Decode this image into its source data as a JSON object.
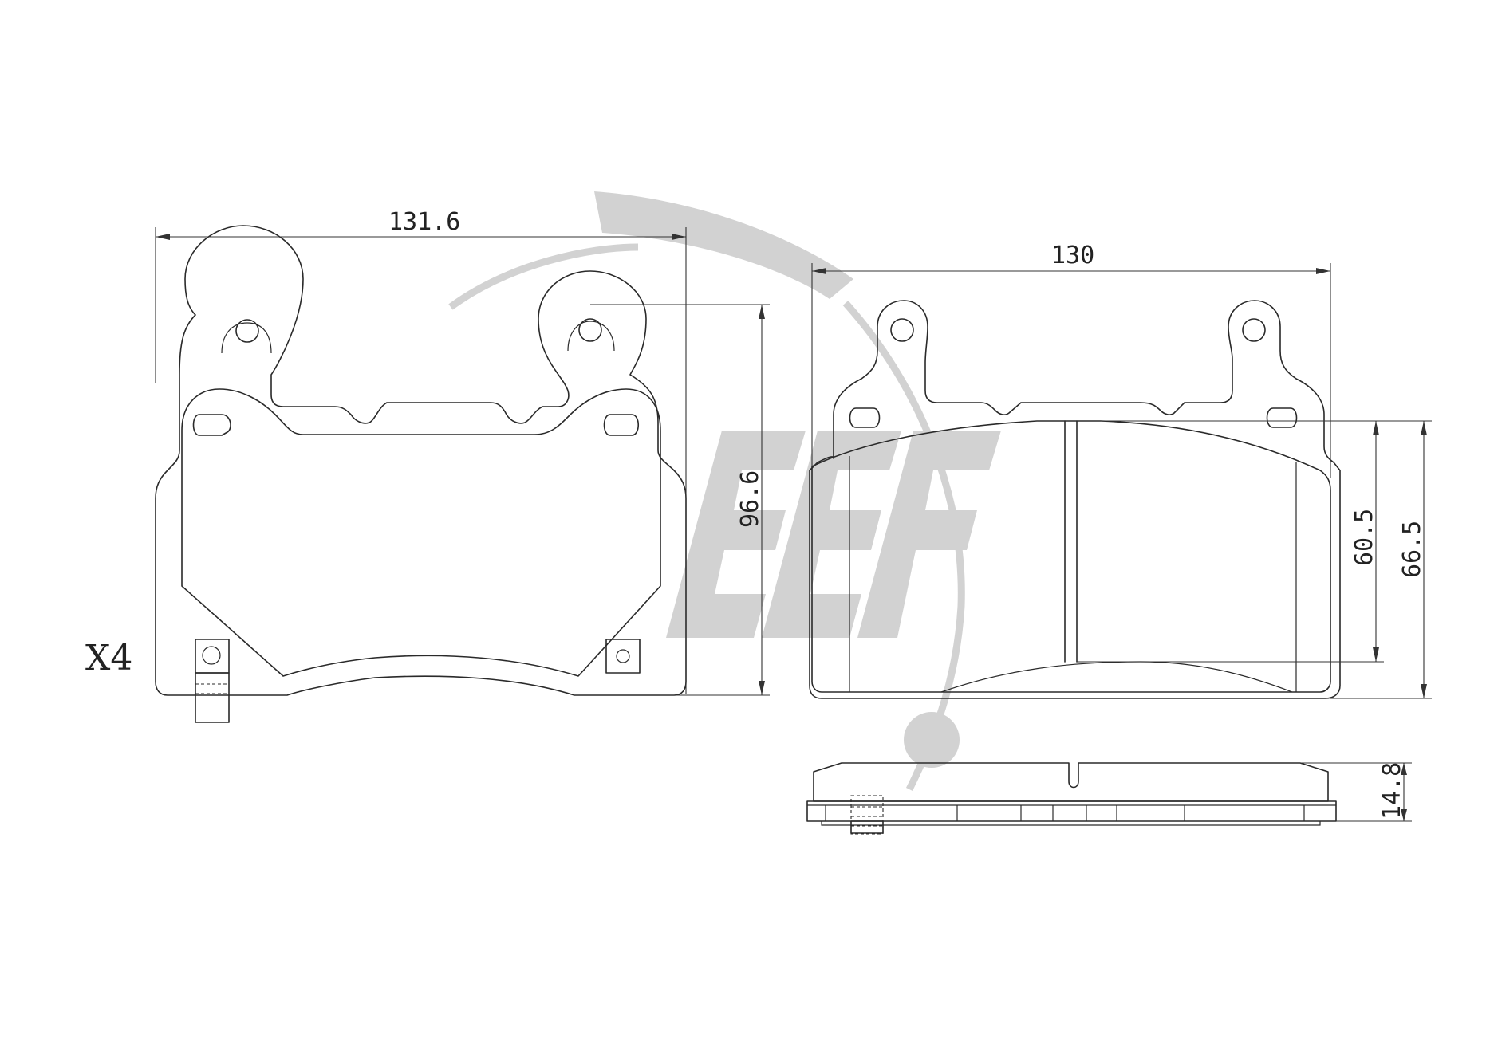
{
  "drawing": {
    "quantity_label": "X4",
    "dimensions": {
      "front_width": "131.6",
      "front_height": "96.6",
      "rear_width": "130",
      "rear_inner_height": "60.5",
      "rear_outer_height": "66.5",
      "thickness": "14.8"
    },
    "watermark_icon": "eef-logo-watermark",
    "line_color": "#2a2a2a",
    "watermark_color": "#d2d2d2"
  }
}
